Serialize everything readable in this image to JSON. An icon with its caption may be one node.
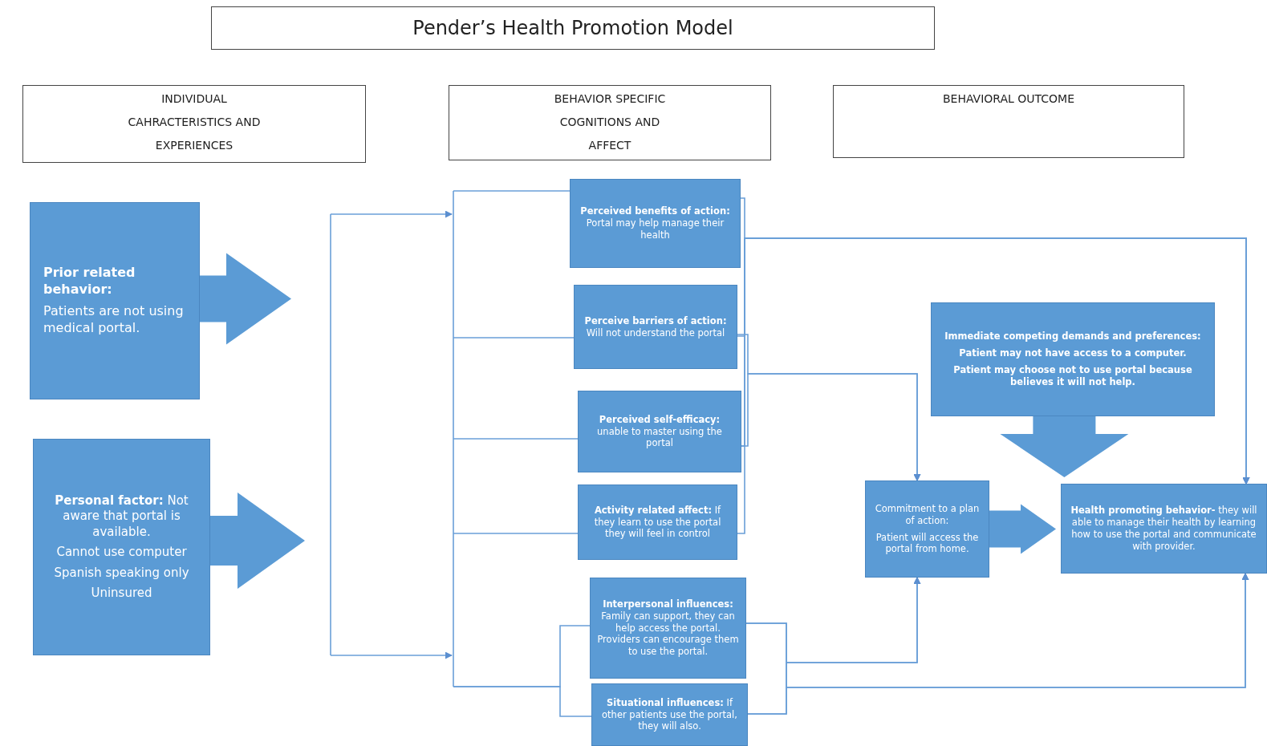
{
  "diagram": {
    "title": "Pender’s Health Promotion Model",
    "nodes": [
      {
        "text": [
          "INDIVIDUAL CAHRACTERISTICS AND EXPERIENCES"
        ]
      },
      {
        "text": [
          "BEHAVIOR SPECIFIC COGNITIONS AND AFFECT"
        ]
      },
      {
        "text": [
          "BEHAVIORAL OUTCOME"
        ]
      },
      {
        "text": [
          "**Prior related behavior:**",
          "Patients are not using medical portal."
        ]
      },
      {
        "text": [
          "**Personal factor:** Not aware that portal is available.",
          "Cannot use computer",
          "Spanish speaking only",
          "Uninsured"
        ]
      },
      {
        "text": [
          "**Perceived benefits of action:** Portal may help manage their health"
        ]
      },
      {
        "text": [
          "**Perceive barriers of action:** Will not understand the portal"
        ]
      },
      {
        "text": [
          "**Perceived self-efficacy:** unable to master using the portal"
        ]
      },
      {
        "text": [
          "**Activity related affect:** If they learn to use the portal they will feel in control"
        ]
      },
      {
        "text": [
          "**Interpersonal influences:** Family can support, they can help access the portal. Providers can encourage them to use the portal."
        ]
      },
      {
        "text": [
          "**Situational influences:** If other patients use the portal, they will also."
        ]
      },
      {
        "text": [
          "Immediate competing demands and preferences:",
          "Patient may not have access to a computer.",
          "Patient may choose not to use portal because believes it will not help."
        ]
      },
      {
        "text": [
          "Commitment to a plan of action:",
          "Patient will access the portal from home."
        ]
      },
      {
        "text": [
          "**Health promoting behavior-** they will able to manage their health by learning how to use the portal and communicate with provider."
        ]
      }
    ],
    "edges": [
      {
        "from": 3,
        "to": null,
        "arrow": "to",
        "style": "thick"
      },
      {
        "from": 4,
        "to": null,
        "arrow": "to",
        "style": "thick"
      },
      {
        "from": null,
        "to": 5,
        "arrow": "none"
      },
      {
        "from": null,
        "to": 6,
        "arrow": "none"
      },
      {
        "from": null,
        "to": 7,
        "arrow": "none"
      },
      {
        "from": null,
        "to": 8,
        "arrow": "none"
      },
      {
        "from": null,
        "to": 9,
        "arrow": "none"
      },
      {
        "from": null,
        "to": 10,
        "arrow": "none"
      },
      {
        "from": 5,
        "to": 13,
        "arrow": "to"
      },
      {
        "from": 6,
        "to": 13,
        "arrow": "to"
      },
      {
        "from": 7,
        "to": 13,
        "arrow": "to"
      },
      {
        "from": 8,
        "to": 13,
        "arrow": "to"
      },
      {
        "from": 6,
        "to": 12,
        "arrow": "to"
      },
      {
        "from": 7,
        "to": 12,
        "arrow": "to"
      },
      {
        "from": 9,
        "to": 12,
        "arrow": "to"
      },
      {
        "from": 10,
        "to": 12,
        "arrow": "to"
      },
      {
        "from": 9,
        "to": 13,
        "arrow": "to"
      },
      {
        "from": 10,
        "to": 13,
        "arrow": "to"
      },
      {
        "from": 11,
        "to": 13,
        "arrow": "to",
        "style": "thick"
      },
      {
        "from": 12,
        "to": 13,
        "arrow": "to",
        "style": "thick"
      }
    ]
  }
}
